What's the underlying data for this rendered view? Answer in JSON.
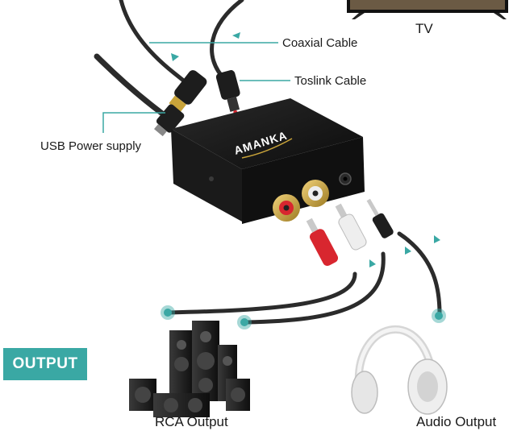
{
  "brand": "AMANKA",
  "labels": {
    "tv": "TV",
    "coaxial": "Coaxial Cable",
    "toslink": "Toslink Cable",
    "usb": "USB Power supply",
    "rca": "RCA Output",
    "audio": "Audio Output"
  },
  "badge": "OUTPUT",
  "colors": {
    "accent": "#3aa8a4",
    "cable": "#2b2b2b",
    "device": "#151515",
    "rca_red": "#d8262f",
    "gold": "#c9a43a"
  }
}
